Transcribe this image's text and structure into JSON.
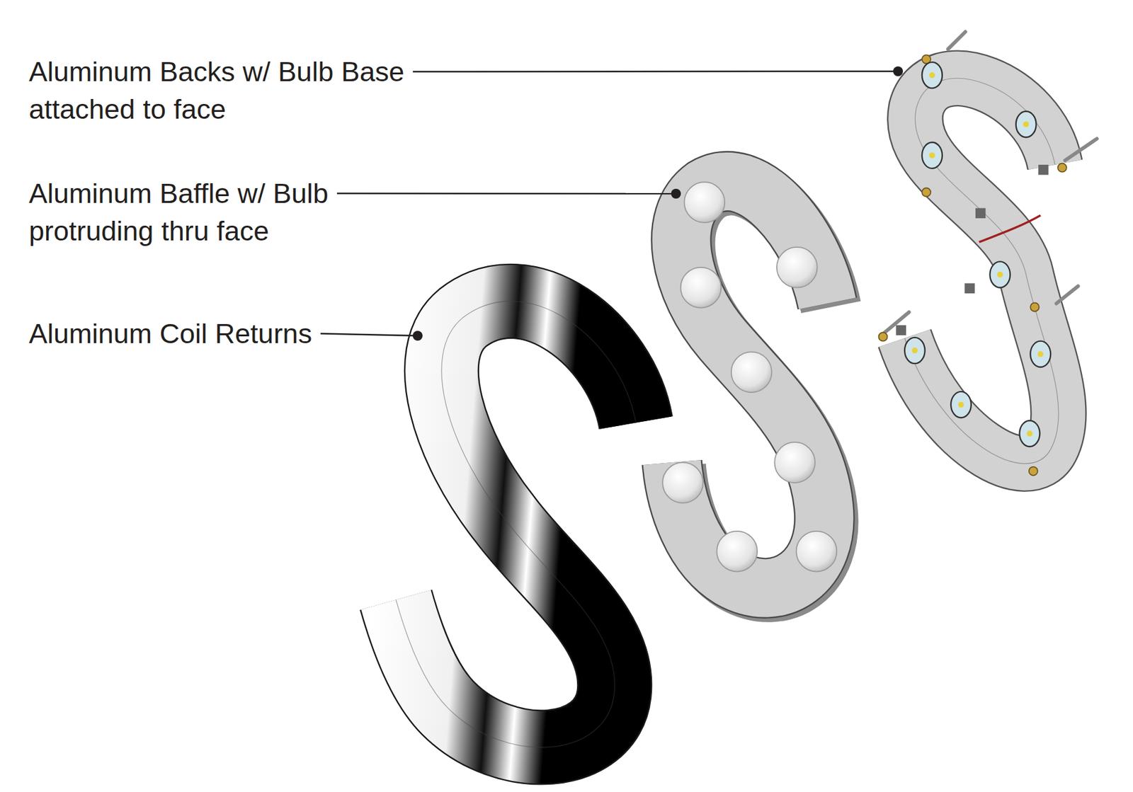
{
  "diagram": {
    "labels": [
      "Aluminum Backs w/ Bulb Base attached to face",
      "Aluminum Baffle w/ Bulb protruding thru face",
      "Aluminum Coil Returns"
    ]
  }
}
